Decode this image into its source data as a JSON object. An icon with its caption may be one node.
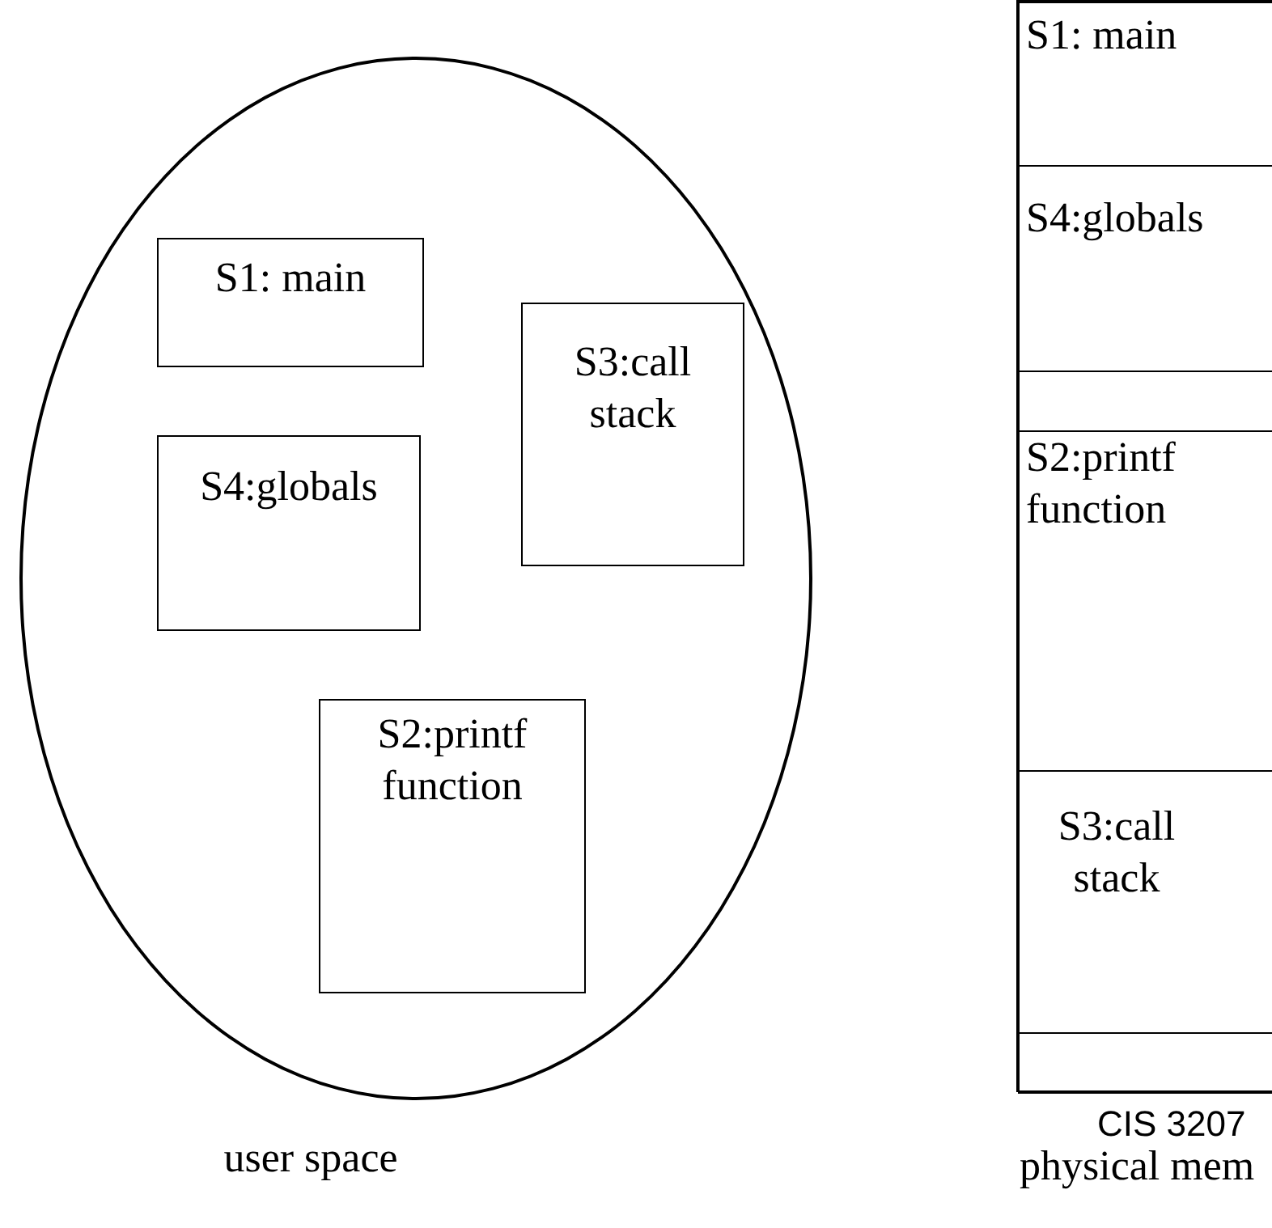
{
  "diagram": {
    "nodes": [
      {
        "text": [
          "user space"
        ]
      },
      {
        "text": [
          "S1: main"
        ],
        "in": 0
      },
      {
        "text": [
          "S3:call stack"
        ],
        "in": 0
      },
      {
        "text": [
          "S4:globals"
        ],
        "in": 0
      },
      {
        "text": [
          "S2:printf function"
        ],
        "in": 0
      },
      {
        "text": [
          "physical mem"
        ]
      },
      {
        "text": [
          "S1: main"
        ],
        "in": 5
      },
      {
        "text": [
          "S4:globals"
        ],
        "in": 5
      },
      {
        "text": [],
        "shape": "box",
        "in": 5
      },
      {
        "text": [
          "S2:printf function"
        ],
        "in": 5
      },
      {
        "text": [
          "S3:call stack"
        ],
        "in": 5
      },
      {
        "text": [],
        "shape": "box",
        "in": 5
      }
    ],
    "labels": [
      "CIS 3207"
    ]
  }
}
